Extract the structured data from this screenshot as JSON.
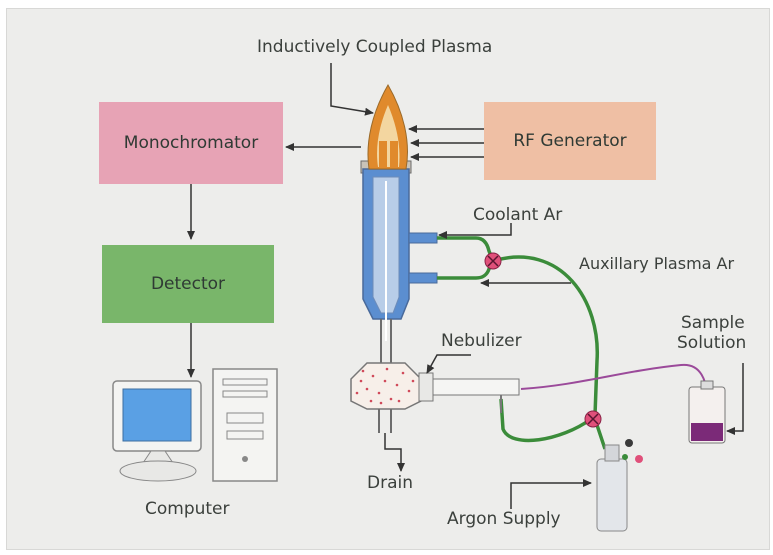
{
  "diagram": {
    "labels": {
      "icp": "Inductively Coupled Plasma",
      "monochromator": "Monochromator",
      "rf_generator": "RF Generator",
      "detector": "Detector",
      "computer": "Computer",
      "coolant_ar": "Coolant Ar",
      "auxiliary_ar": "Auxillary Plasma Ar",
      "nebulizer": "Nebulizer",
      "sample_line1": "Sample",
      "sample_line2": "Solution",
      "drain": "Drain",
      "argon_supply": "Argon Supply"
    },
    "colors": {
      "background": "#ededeb",
      "monochromator_fill": "#e7a3b5",
      "rf_generator_fill": "#efbfa4",
      "detector_fill": "#79b66a",
      "torch_blue": "#5b8ed0",
      "tube_green": "#3b8c3a",
      "valve_pink": "#e0507a",
      "sample_purple": "#7b2a78",
      "flame_orange": "#e08a2c"
    }
  }
}
